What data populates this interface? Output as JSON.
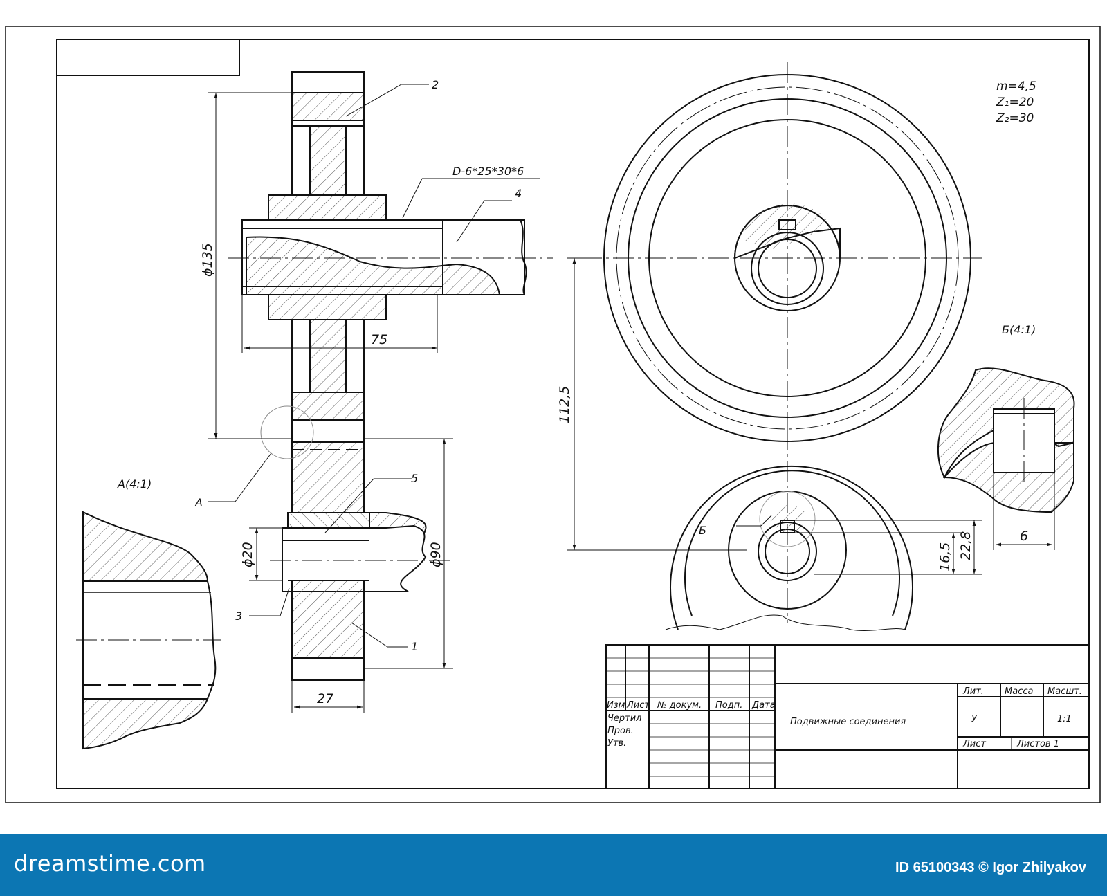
{
  "gear_params": {
    "module": "m=4,5",
    "z1": "Z₁=20",
    "z2": "Z₂=30"
  },
  "dimensions": {
    "d135": "ϕ135",
    "d90": "ϕ90",
    "d20": "ϕ20",
    "len75": "75",
    "len27": "27",
    "center_dist": "112,5",
    "h16_5": "16,5",
    "h22_8": "22,8",
    "key_w": "6"
  },
  "spline_callout": "D-6*25*30*6",
  "part_numbers": {
    "p1": "1",
    "p2": "2",
    "p3": "3",
    "p4": "4",
    "p5": "5"
  },
  "views": {
    "detail_a_label": "A",
    "detail_a_title": "A(4:1)",
    "detail_b_label": "Б",
    "detail_b_title": "Б(4:1)"
  },
  "title_block": {
    "header_izm": "Изм",
    "header_list": "Лист",
    "header_doc": "№ докум.",
    "header_podp": "Подп.",
    "header_data": "Дата",
    "row_chertil": "Чертил",
    "row_prov": "Пров.",
    "row_utv": "Утв.",
    "title": "Подвижные соединения",
    "lit_header": "Лит.",
    "massa_header": "Масса",
    "masht_header": "Масшт.",
    "lit_value": "У",
    "scale_value": "1:1",
    "sheet_label": "Лист",
    "sheets_label": "Листов 1"
  },
  "footer": {
    "brand": "dreamstime.com",
    "credit": "ID 65100343 © Igor Zhilyakov"
  },
  "colors": {
    "footer_bg": "#0c76b3",
    "line": "#111111",
    "page": "#ffffff"
  }
}
